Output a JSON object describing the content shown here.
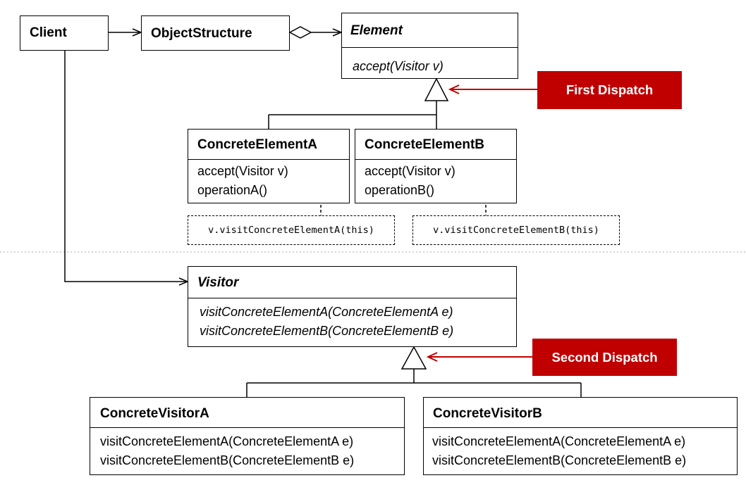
{
  "client": {
    "title": "Client"
  },
  "object_structure": {
    "title": "ObjectStructure"
  },
  "element": {
    "title": "Element",
    "operations": [
      "accept(Visitor v)"
    ]
  },
  "concrete_element_a": {
    "title": "ConcreteElementA",
    "operations": [
      "accept(Visitor v)",
      "operationA()"
    ]
  },
  "concrete_element_b": {
    "title": "ConcreteElementB",
    "operations": [
      "accept(Visitor v)",
      "operationB()"
    ]
  },
  "note_a": {
    "text": "v.visitConcreteElementA(this)"
  },
  "note_b": {
    "text": "v.visitConcreteElementB(this)"
  },
  "visitor": {
    "title": "Visitor",
    "operations": [
      "visitConcreteElementA(ConcreteElementA e)",
      "visitConcreteElementB(ConcreteElementB e)"
    ]
  },
  "concrete_visitor_a": {
    "title": "ConcreteVisitorA",
    "operations": [
      "visitConcreteElementA(ConcreteElementA e)",
      "visitConcreteElementB(ConcreteElementB e)"
    ]
  },
  "concrete_visitor_b": {
    "title": "ConcreteVisitorB",
    "operations": [
      "visitConcreteElementA(ConcreteElementA e)",
      "visitConcreteElementB(ConcreteElementB e)"
    ]
  },
  "callouts": {
    "first_dispatch": "First Dispatch",
    "second_dispatch": "Second Dispatch"
  },
  "colors": {
    "callout": "#c00000",
    "line": "#000000",
    "divider": "#bbbbbb"
  }
}
